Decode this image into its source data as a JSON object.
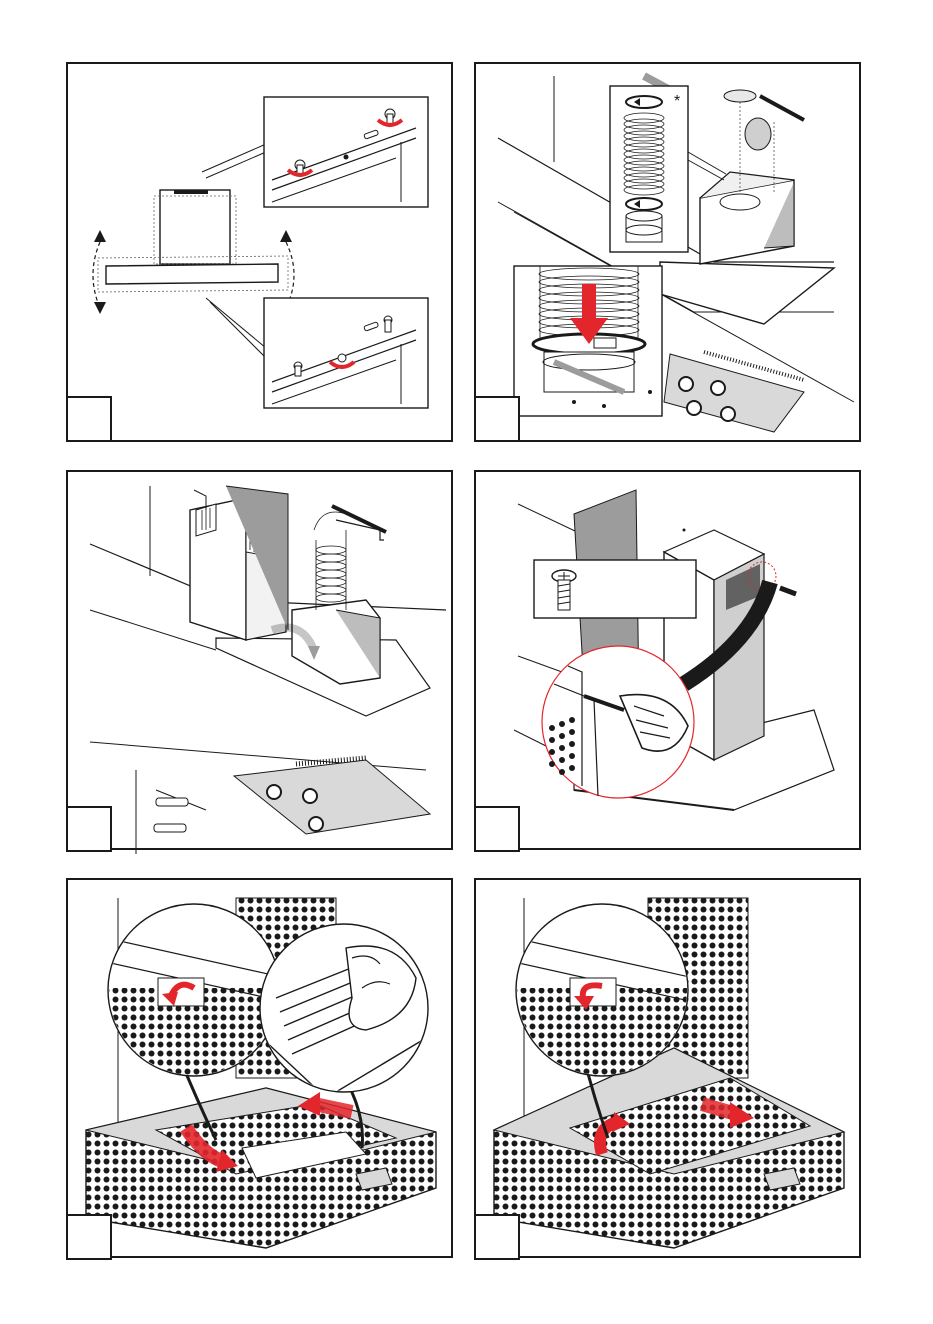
{
  "document": {
    "type": "installation-instructions",
    "panels": [
      {
        "id": "panel-1",
        "step_label": "",
        "marks": [
          "*"
        ]
      },
      {
        "id": "panel-2",
        "step_label": "",
        "marks": [
          "*"
        ]
      },
      {
        "id": "panel-3",
        "step_label": "",
        "marks": []
      },
      {
        "id": "panel-4",
        "step_label": "",
        "marks": []
      },
      {
        "id": "panel-5",
        "step_label": "",
        "marks": []
      },
      {
        "id": "panel-6",
        "step_label": "",
        "marks": []
      }
    ],
    "asterisk": "*"
  },
  "colors": {
    "line": "#1a1a1a",
    "accent": "#e3262b",
    "metal": "#d9d9d9",
    "metal_dark": "#9c9c9c",
    "wall": "#bdbdbd"
  },
  "icons": [
    "rotate-arrow-icon",
    "screw-icon",
    "screwdriver-icon",
    "down-arrow-icon",
    "magnifier-circle-icon"
  ]
}
